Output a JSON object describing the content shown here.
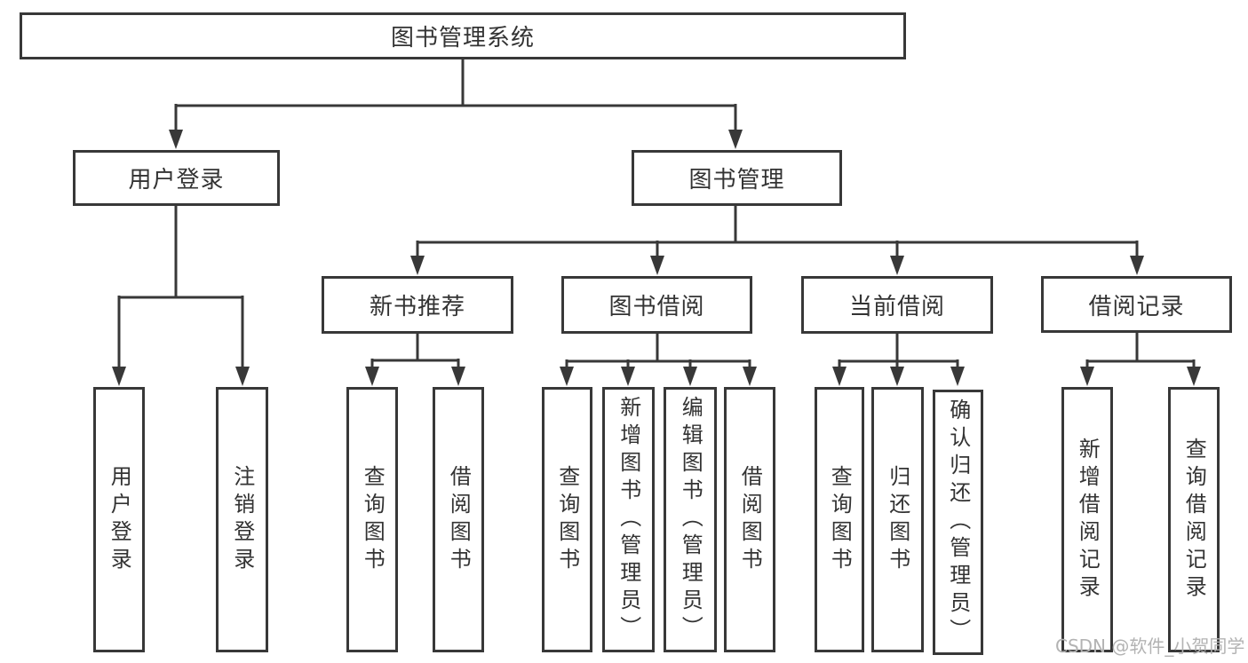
{
  "diagram": {
    "root": {
      "label": "图书管理系统"
    },
    "branches": {
      "user_login": {
        "label": "用户登录",
        "children": [
          {
            "label": "用户登录"
          },
          {
            "label": "注销登录"
          }
        ]
      },
      "book_management": {
        "label": "图书管理",
        "children": [
          {
            "label": "新书推荐",
            "children": [
              {
                "label": "查询图书"
              },
              {
                "label": "借阅图书"
              }
            ]
          },
          {
            "label": "图书借阅",
            "children": [
              {
                "label": "查询图书"
              },
              {
                "label": "新增图书（管理员）"
              },
              {
                "label": "编辑图书（管理员）"
              },
              {
                "label": "借阅图书"
              }
            ]
          },
          {
            "label": "当前借阅",
            "children": [
              {
                "label": "查询图书"
              },
              {
                "label": "归还图书"
              },
              {
                "label": "确认归还（管理员）"
              }
            ]
          },
          {
            "label": "借阅记录",
            "children": [
              {
                "label": "新增借阅记录"
              },
              {
                "label": "查询借阅记录"
              }
            ]
          }
        ]
      }
    }
  },
  "watermark": {
    "text": "CSDN @软件_小贺同学"
  },
  "colors": {
    "line": "#383838",
    "text": "#333333",
    "watermark_text": "#b3b3b3",
    "background": "#ffffff"
  }
}
